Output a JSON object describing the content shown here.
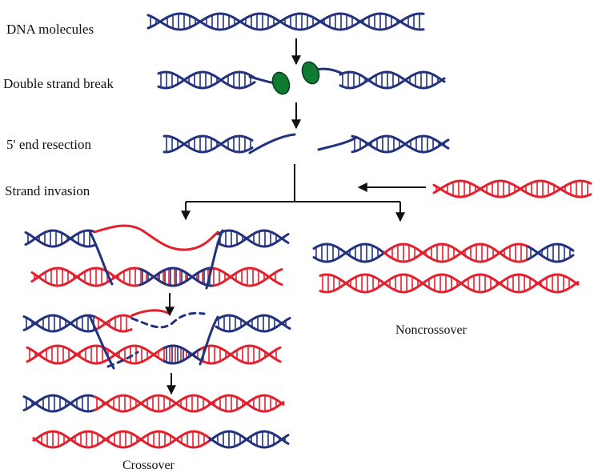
{
  "labels": {
    "step_dna": "DNA molecules",
    "step_dsb": "Double strand break",
    "step_resection": "5' end resection",
    "step_invasion": "Strand invasion",
    "outcome_crossover": "Crossover",
    "outcome_noncrossover": "Noncrossover"
  },
  "colors": {
    "blue_dna": "#23327e",
    "red_dna": "#e3202d",
    "protein": "#0f7a32",
    "arrow": "#111111",
    "text": "#111111"
  }
}
